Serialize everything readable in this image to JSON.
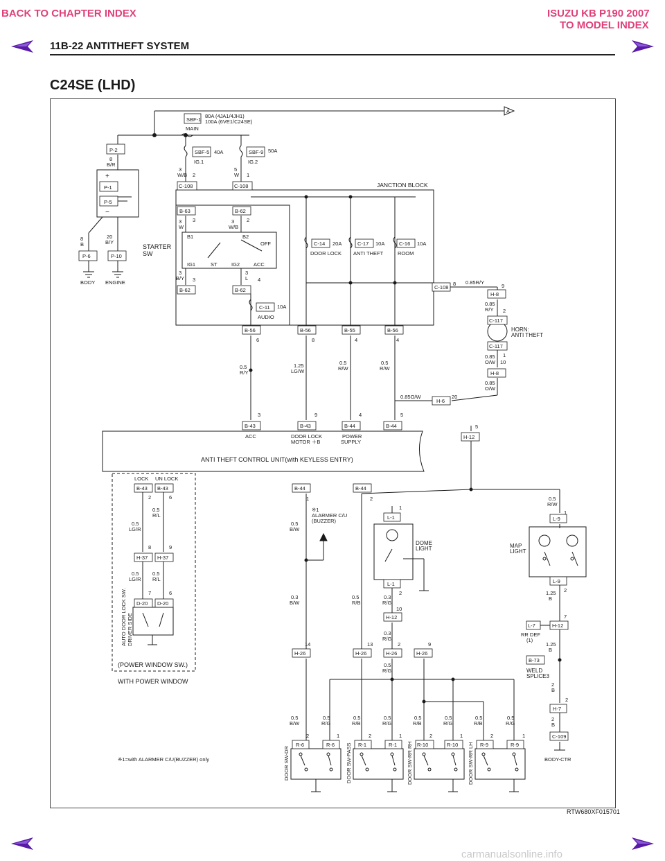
{
  "nav": {
    "back_chapter": "BACK TO CHAPTER INDEX",
    "model_line1": "ISUZU KB P190 2007",
    "model_line2": "TO MODEL INDEX"
  },
  "header": {
    "section": "11B-22 ANTITHEFT SYSTEM"
  },
  "page_title": "C24SE (LHD)",
  "figure_number": "RTW680XF015701",
  "watermark": "carmanualsonline.info",
  "colors": {
    "nav_link": "#e0407a",
    "nav_arrow": "#5a1aa8",
    "line": "#1a1a1a"
  },
  "diagram": {
    "fuse_main": "SBF-1",
    "fuse_main_rating_1": "80A (4JA1/4JH1)",
    "fuse_main_rating_2": "100A (6VE1/C24SE)",
    "fuse_main_label": "MAIN",
    "arrow_a": "A",
    "p2": "P-2",
    "p2_wire": "B/R",
    "p2_pin": "8",
    "p1": "P-1",
    "p5": "P-5",
    "plus": "+",
    "minus": "−",
    "p6": "P-6",
    "p10": "P-10",
    "p6_wire": "B",
    "p6_pin": "8",
    "p10_wire": "B/Y",
    "p10_pin": "20",
    "body": "BODY",
    "engine": "ENGINE",
    "sbf5": "SBF-5",
    "sbf5_rating": "40A",
    "sbf5_label": "IG.1",
    "sbf9": "SBF-9",
    "sbf9_rating": "50A",
    "sbf9_label": "IG.2",
    "w3": "3",
    "w3_wire": "W/B",
    "w3_pin": "2",
    "w5": "5",
    "w5_wire": "W",
    "w5_pin": "1",
    "c108a": "C-108",
    "c108b": "C-108",
    "c108c": "C-108",
    "junction_block": "JANCTION BLOCK",
    "b63": "B-63",
    "b62a": "B-62",
    "b62b": "B-62",
    "b62c": "B-62",
    "b63_pin": "3",
    "b63_wire_num": "3",
    "b63_wire": "W",
    "b62_pin": "2",
    "b62_wire_num": "3",
    "b62_wire": "W/B",
    "starter_sw_1": "STARTER",
    "starter_sw_2": "SW",
    "sw_b1": "B1",
    "sw_b2": "B2",
    "sw_off": "OFF",
    "sw_ig1": "IG1",
    "sw_st": "ST",
    "sw_ig2": "IG2",
    "sw_acc": "ACC",
    "sw_out1_num": "3",
    "sw_out1_wire": "B/Y",
    "sw_out1_pin": "3",
    "sw_out2_num": "3",
    "sw_out2_wire": "L",
    "sw_out2_pin": "4",
    "c14": "C-14",
    "c14_rating": "20A",
    "c14_label": "DOOR LOCK",
    "c17": "C-17",
    "c17_rating": "10A",
    "c17_label": "ANTI THEFT",
    "c16": "C-16",
    "c16_rating": "10A",
    "c16_label": "ROOM",
    "c11": "C-11",
    "c11_rating": "10A",
    "c11_label": "AUDIO",
    "c108_pin": "8",
    "horn_wire": "0.85R/Y",
    "h8a": "H-8",
    "h8a_pin": "9",
    "h8_wire_num": "0.85",
    "h8_wire": "R/Y",
    "c117a": "C-117",
    "c117a_pin": "2",
    "horn_1": "HORN:",
    "horn_2": "ANTI THEFT",
    "c117b": "C-117",
    "c117b_pin": "1",
    "h8b": "H-8",
    "h8b_pin": "10",
    "h8b_wire_num": "0.85",
    "h8b_wire": "O/W",
    "h8b_out_num": "0.85",
    "h8b_out_wire": "O/W",
    "b56a": "B-56",
    "b56b": "B-56",
    "b55": "B-55",
    "b56c": "B-56",
    "b56a_pin": "6",
    "b56b_pin": "8",
    "b55_pin": "4",
    "b56c_pin": "4",
    "w_b56a_num": "0.5",
    "w_b56a": "R/Y",
    "w_b56b_num": "1.25",
    "w_b56b": "LG/W",
    "w_b55_num": "0.5",
    "w_b55": "R/W",
    "w_b56c_num": "0.5",
    "w_b56c": "R/W",
    "h6": "H-6",
    "h6_pin": "20",
    "h6_wire": "0.85O/W",
    "b43a": "B-43",
    "b43b": "B-43",
    "b44a": "B-44",
    "b44b": "B-44",
    "b43a_pin": "3",
    "b43b_pin": "9",
    "b44a_pin": "4",
    "b44b_pin": "5",
    "acc": "ACC",
    "door_lock_1": "DOOR LOCK",
    "door_lock_2": "MOTOR ＋B",
    "power_1": "POWER",
    "power_2": "SUPPLY",
    "h12a": "H-12",
    "h12a_pin": "5",
    "unit_label": "ANTI THEFT CONTROL UNIT(with KEYLESS ENTRY)",
    "lock": "LOCK",
    "unlock": "UN LOCK",
    "b43c": "B-43",
    "b43d": "B-43",
    "b43c_pin": "2",
    "b43d_pin": "6",
    "w_lg_num": "0.5",
    "w_lg": "LG/R",
    "w_rl_num": "0.5",
    "w_rl": "R/L",
    "h37a": "H-37",
    "h37b": "H-37",
    "h37a_pin": "8",
    "h37b_pin": "9",
    "w_lg2_num": "0.5",
    "w_lg2": "LG/R",
    "w_rl2_num": "0.5",
    "w_rl2": "R/L",
    "d20a": "D-20",
    "d20b": "D-20",
    "d20a_pin": "7",
    "d20b_pin": "6",
    "auto_door_1": "AUTO DOOR LOCK SW.",
    "auto_door_2": "DRIVER SIDE",
    "power_window_sw": "(POWER WINDOW SW.)",
    "with_power_window": "WITH POWER WINDOW",
    "b44c": "B-44",
    "b44d": "B-44",
    "b44c_pin": "1",
    "b44d_pin": "2",
    "alarmer_1": "※1",
    "alarmer_2": "ALARMER C/U",
    "alarmer_3": "(BUZZER)",
    "w_bw_num": "0.5",
    "w_bw": "B/W",
    "w_bw2_num": "0.3",
    "w_bw2": "B/W",
    "w_rb_num": "0.5",
    "w_rb": "R/B",
    "l1a": "L-1",
    "l1a_pin": "1",
    "l1b": "L-1",
    "l1b_pin": "2",
    "dome_1": "DOME",
    "dome_2": "LIGHT",
    "w_rg_num": "0.3",
    "w_rg": "R/G",
    "h12b": "H-12",
    "h12b_pin": "10",
    "w_rg2_num": "0.3",
    "w_rg2": "R/G",
    "h26a": "H-26",
    "h26b": "H-26",
    "h26c": "H-26",
    "h26d": "H-26",
    "h26a_pin": "14",
    "h26b_pin": "13",
    "h26c_pin": "2",
    "h26d_pin": "9",
    "w_rg3_num": "0.5",
    "w_rg3": "R/G",
    "w_rw_num": "0.5",
    "w_rw": "R/W",
    "l9a": "L-9",
    "l9a_pin": "1",
    "l9b": "L-9",
    "l9b_pin": "2",
    "map_1": "MAP",
    "map_2": "LIGHT",
    "w_b125_num": "1.25",
    "w_b125": "B",
    "l7": "L-7",
    "rr_def_1": "RR DEF",
    "rr_def_2": "(1)",
    "h12c": "H-12",
    "h12c_pin": "7",
    "w_b125b_num": "1.25",
    "w_b125b": "B",
    "b73": "B-73",
    "weld_1": "WELD",
    "weld_2": "SPLICE3",
    "w_b2_num": "2",
    "w_b2": "B",
    "h7": "H-7",
    "h7_pin": "2",
    "w_b2b_num": "2",
    "w_b2b": "B",
    "c109": "C-109",
    "body_ctr": "BODY-CTR",
    "r6a": "R-6",
    "r6b": "R-6",
    "r1a": "R-1",
    "r1b": "R-1",
    "r10a": "R-10",
    "r10b": "R-10",
    "r9a": "R-9",
    "r9b": "R-9",
    "pin2": "2",
    "pin1": "1",
    "bw_l_num": "0.5",
    "bw_l": "B/W",
    "rg_l1_num": "0.5",
    "rg_l1": "R/G",
    "rb_l2_num": "0.5",
    "rb_l2": "R/B",
    "rg_l2_num": "0.5",
    "rg_l2": "R/G",
    "rb_l3_num": "0.5",
    "rb_l3": "R/B",
    "rg_l3_num": "0.5",
    "rg_l3": "R/G",
    "rb_l4_num": "0.5",
    "rb_l4": "R/B",
    "rg_l4_num": "0.5",
    "rg_l4": "R/G",
    "door_dr": "DOOR SW-DR",
    "door_pass": "DOOR SW-PASS",
    "door_rrrh": "DOOR SW-RR RH",
    "door_rrlh": "DOOR SW-RR LH",
    "footnote": "※1=with ALARMER C/U(BUZZER) only"
  }
}
